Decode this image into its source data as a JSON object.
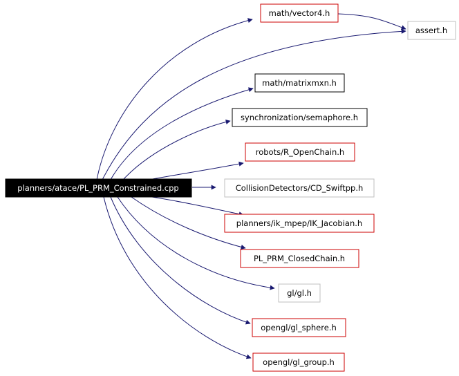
{
  "graph": {
    "root": {
      "label": "planners/atace/PL_PRM_Constrained.cpp"
    },
    "nodes": [
      {
        "id": "vector4",
        "label": "math/vector4.h",
        "kind": "incomplete"
      },
      {
        "id": "assert",
        "label": "assert.h",
        "kind": "external"
      },
      {
        "id": "matrixmxn",
        "label": "math/matrixmxn.h",
        "kind": "documented"
      },
      {
        "id": "semaphore",
        "label": "synchronization/semaphore.h",
        "kind": "documented"
      },
      {
        "id": "openchain",
        "label": "robots/R_OpenChain.h",
        "kind": "incomplete"
      },
      {
        "id": "swiftpp",
        "label": "CollisionDetectors/CD_Swiftpp.h",
        "kind": "external"
      },
      {
        "id": "jacobian",
        "label": "planners/ik_mpep/IK_Jacobian.h",
        "kind": "incomplete"
      },
      {
        "id": "closedchain",
        "label": "PL_PRM_ClosedChain.h",
        "kind": "incomplete"
      },
      {
        "id": "glh",
        "label": "gl/gl.h",
        "kind": "external"
      },
      {
        "id": "glsphere",
        "label": "opengl/gl_sphere.h",
        "kind": "incomplete"
      },
      {
        "id": "glgroup",
        "label": "opengl/gl_group.h",
        "kind": "incomplete"
      }
    ],
    "colors": {
      "edge": "#191970",
      "root_fill": "#000000",
      "root_text": "#ffffff",
      "documented_border": "#000000",
      "incomplete_border": "#cc0000",
      "external_border": "#bfbfbf",
      "node_text": "#000000"
    }
  }
}
